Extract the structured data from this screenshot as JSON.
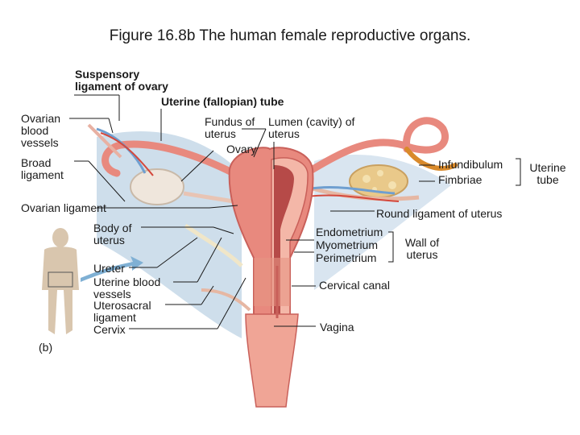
{
  "title": "Figure 16.8b  The human female reproductive organs.",
  "panel_label": "(b)",
  "labels": {
    "suspensory_ligament": "Suspensory ligament of ovary",
    "uterine_tube": "Uterine (fallopian) tube",
    "ovarian_blood_vessels": "Ovarian blood vessels",
    "broad_ligament": "Broad ligament",
    "fundus_of_uterus": "Fundus of uterus",
    "lumen_cavity": "Lumen (cavity) of uterus",
    "ovary": "Ovary",
    "infundibulum": "Infundibulum",
    "fimbriae": "Fimbriae",
    "uterine_tube_group": "Uterine tube",
    "ovarian_ligament": "Ovarian ligament",
    "round_ligament": "Round ligament of uterus",
    "body_of_uterus": "Body of uterus",
    "endometrium": "Endometrium",
    "myometrium": "Myometrium",
    "perimetrium": "Perimetrium",
    "wall_of_uterus": "Wall of uterus",
    "ureter": "Ureter",
    "uterine_blood_vessels": "Uterine blood vessels",
    "uterosacral_ligament": "Uterosacral ligament",
    "cervix": "Cervix",
    "cervical_canal": "Cervical canal",
    "vagina": "Vagina"
  },
  "colors": {
    "uterus": "#e8897e",
    "uterus_dark": "#c9605a",
    "uterus_light": "#f4b7a8",
    "ligament": "#b9cfe0",
    "vessel_blue": "#6f9fd0",
    "vessel_red": "#d4483c",
    "ovary": "#efe6dc",
    "fimbriae": "#d98a2b",
    "leader_line": "#1a1a1a",
    "arrow": "#7fb0d4",
    "body_figure": "#d9c6ae"
  }
}
